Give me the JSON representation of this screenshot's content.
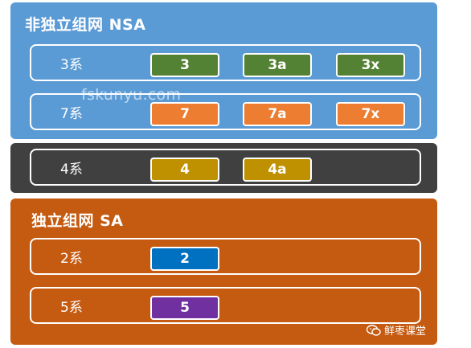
{
  "nsa": {
    "title": "非独立组网 NSA",
    "color": "#5b9bd5",
    "rows": [
      {
        "label": "3系",
        "chips": [
          {
            "text": "3",
            "color": "#548235"
          },
          {
            "text": "3a",
            "color": "#548235"
          },
          {
            "text": "3x",
            "color": "#548235"
          }
        ]
      },
      {
        "label": "7系",
        "chips": [
          {
            "text": "7",
            "color": "#ed7d31"
          },
          {
            "text": "7a",
            "color": "#ed7d31"
          },
          {
            "text": "7x",
            "color": "#ed7d31"
          }
        ]
      }
    ]
  },
  "series4": {
    "color": "#404040",
    "row": {
      "label": "4系",
      "chips": [
        {
          "text": "4",
          "color": "#bf9000"
        },
        {
          "text": "4a",
          "color": "#bf9000"
        }
      ]
    }
  },
  "sa": {
    "title": "独立组网 SA",
    "color": "#c55a11",
    "rows": [
      {
        "label": "2系",
        "chips": [
          {
            "text": "2",
            "color": "#0070c0"
          }
        ]
      },
      {
        "label": "5系",
        "chips": [
          {
            "text": "5",
            "color": "#7030a0"
          }
        ]
      }
    ]
  },
  "watermark": "fskunyu.com",
  "brand": {
    "icon": "wechat-icon",
    "label": "鲜枣课堂"
  }
}
